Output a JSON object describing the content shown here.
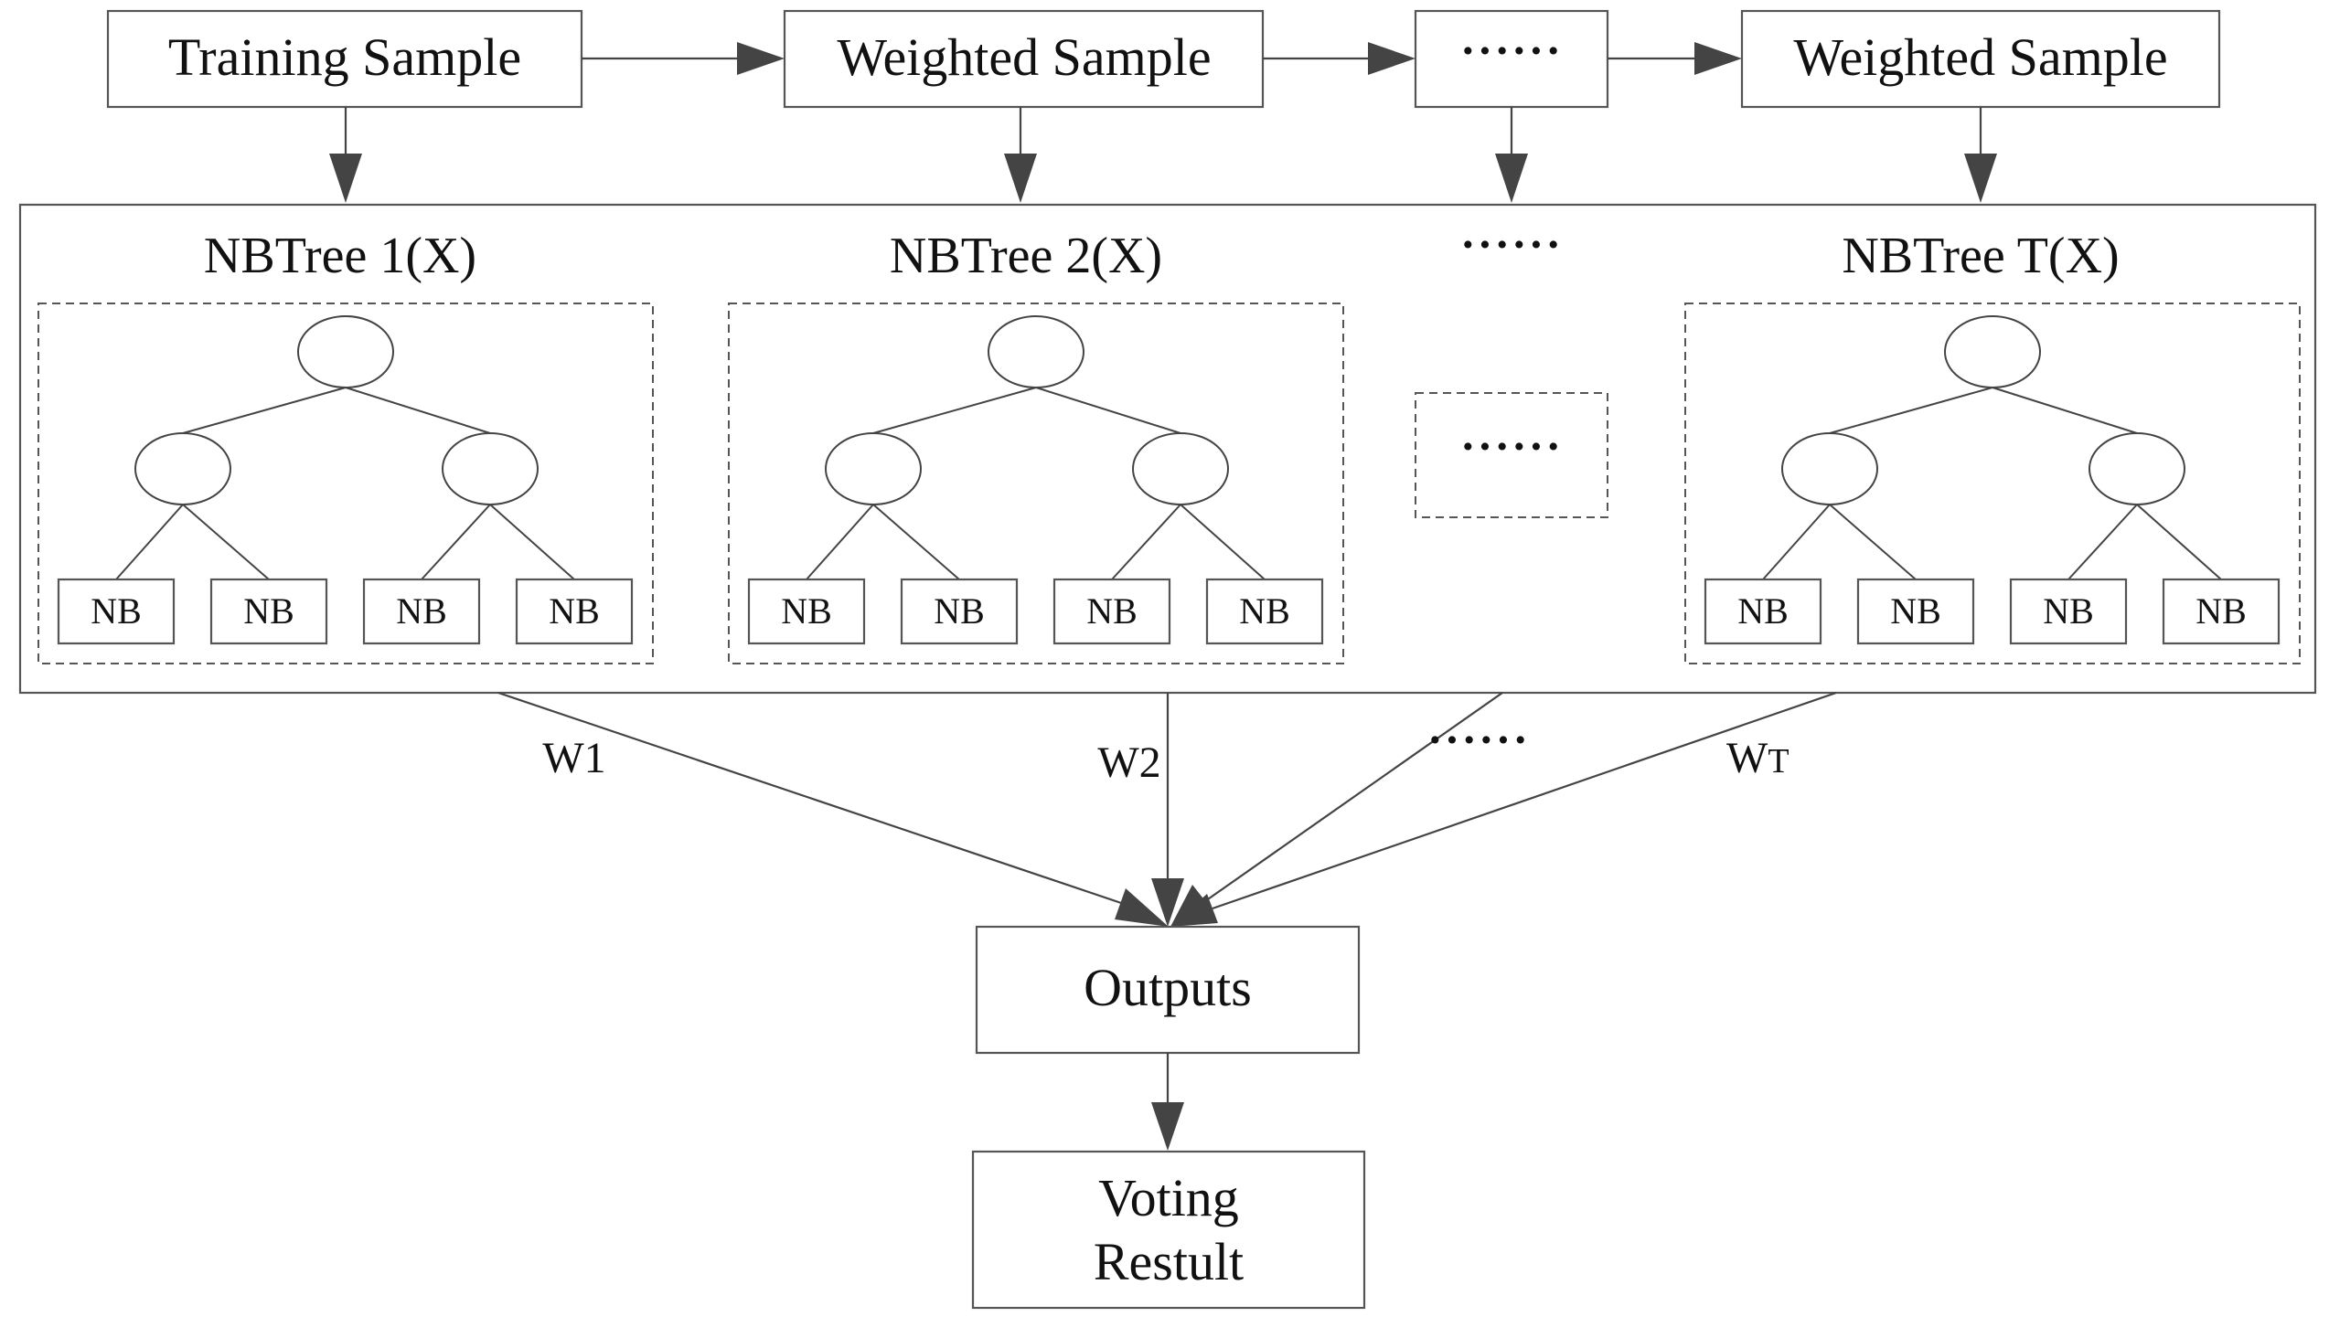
{
  "samples": [
    {
      "label": "Training Sample"
    },
    {
      "label": "Weighted Sample"
    },
    {
      "label": "······"
    },
    {
      "label": "Weighted Sample"
    }
  ],
  "trees": [
    {
      "title": "NBTree 1(X)",
      "leaves": [
        "NB",
        "NB",
        "NB",
        "NB"
      ]
    },
    {
      "title": "NBTree 2(X)",
      "leaves": [
        "NB",
        "NB",
        "NB",
        "NB"
      ]
    },
    {
      "title": "NBTree T(X)",
      "leaves": [
        "NB",
        "NB",
        "NB",
        "NB"
      ]
    }
  ],
  "middle_ellipsis": {
    "title": "······",
    "box": "······"
  },
  "weights": {
    "w1": "W1",
    "w2": "W2",
    "dots": "······",
    "wt_main": "W",
    "wt_sub": "T"
  },
  "outputs": {
    "label": "Outputs"
  },
  "voting": {
    "line1": "Voting",
    "line2": "Restult"
  },
  "colors": {
    "stroke": "#555555",
    "arrow": "#444444",
    "text": "#111111"
  }
}
